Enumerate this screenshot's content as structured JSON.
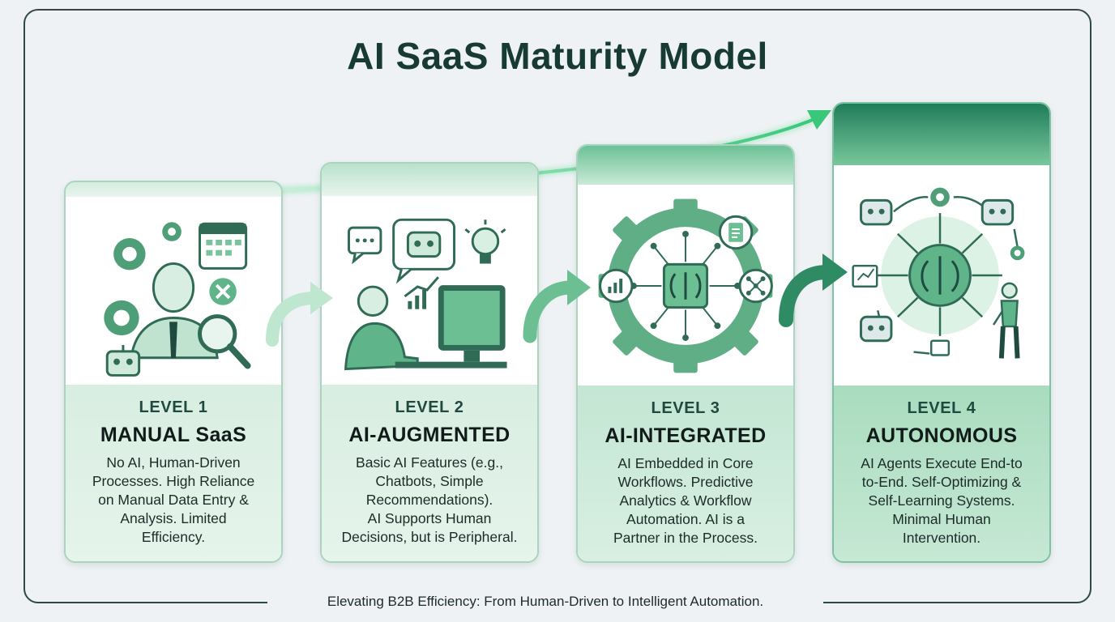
{
  "title": "AI SaaS Maturity Model",
  "footer": "Elevating B2B Efficiency: From Human-Driven to Intelligent Automation.",
  "colors": {
    "primary": "#2e8b64",
    "light": "#d4ecde",
    "dark": "#173a33"
  },
  "levels": [
    {
      "level": "LEVEL 1",
      "name": "MANUAL SaaS",
      "desc": [
        "No AI, Human-Driven",
        "Processes. High Reliance",
        "on Manual Data Entry &",
        "Analysis. Limited",
        "Efficiency."
      ],
      "icons": [
        "gear-icon",
        "calendar-icon",
        "person-icon",
        "close-icon",
        "magnifier-icon",
        "robot-icon"
      ]
    },
    {
      "level": "LEVEL 2",
      "name": "AI-AUGMENTED",
      "desc": [
        "Basic AI Features (e.g.,",
        "Chatbots, Simple",
        "Recommendations).",
        "AI Supports Human",
        "Decisions, but is Peripheral."
      ],
      "icons": [
        "chat-bubble-icon",
        "robot-icon",
        "lightbulb-icon",
        "chart-icon",
        "person-at-computer-icon"
      ]
    },
    {
      "level": "LEVEL 3",
      "name": "AI-INTEGRATED",
      "desc": [
        "AI Embedded in Core",
        "Workflows. Predictive",
        "Analytics & Workflow",
        "Automation. AI is a",
        "Partner in the Process."
      ],
      "icons": [
        "gear-icon",
        "brain-chip-icon",
        "document-icon",
        "chart-icon",
        "network-icon"
      ]
    },
    {
      "level": "LEVEL 4",
      "name": "AUTONOMOUS",
      "desc": [
        "AI Agents Execute End-to",
        "to-End. Self-Optimizing &",
        "Self-Learning Systems.",
        "Minimal Human",
        "Intervention."
      ],
      "icons": [
        "brain-icon",
        "robot-icon",
        "gear-icon",
        "chart-icon",
        "person-icon"
      ]
    }
  ]
}
